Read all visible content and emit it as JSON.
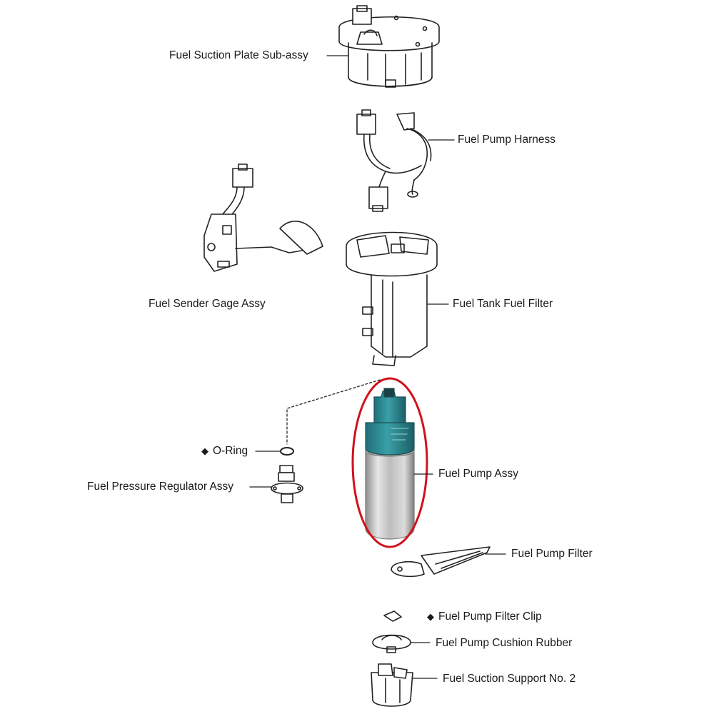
{
  "labels": {
    "suction_plate": "Fuel Suction Plate Sub-assy",
    "harness": "Fuel Pump Harness",
    "sender_gage": "Fuel Sender Gage Assy",
    "tank_filter": "Fuel Tank Fuel Filter",
    "o_ring": "O-Ring",
    "pressure_regulator": "Fuel Pressure Regulator Assy",
    "pump_assy": "Fuel Pump Assy",
    "pump_filter": "Fuel Pump Filter",
    "filter_clip": "Fuel Pump Filter Clip",
    "cushion_rubber": "Fuel Pump Cushion Rubber",
    "suction_support": "Fuel Suction Support No. 2"
  },
  "marker_symbol": "◆",
  "highlight": {
    "target": "Fuel Pump Assy",
    "color": "#d0121b"
  },
  "colors": {
    "pump_cap": "#2f8f98",
    "pump_body": "#c9c9c9",
    "line": "#222222"
  }
}
